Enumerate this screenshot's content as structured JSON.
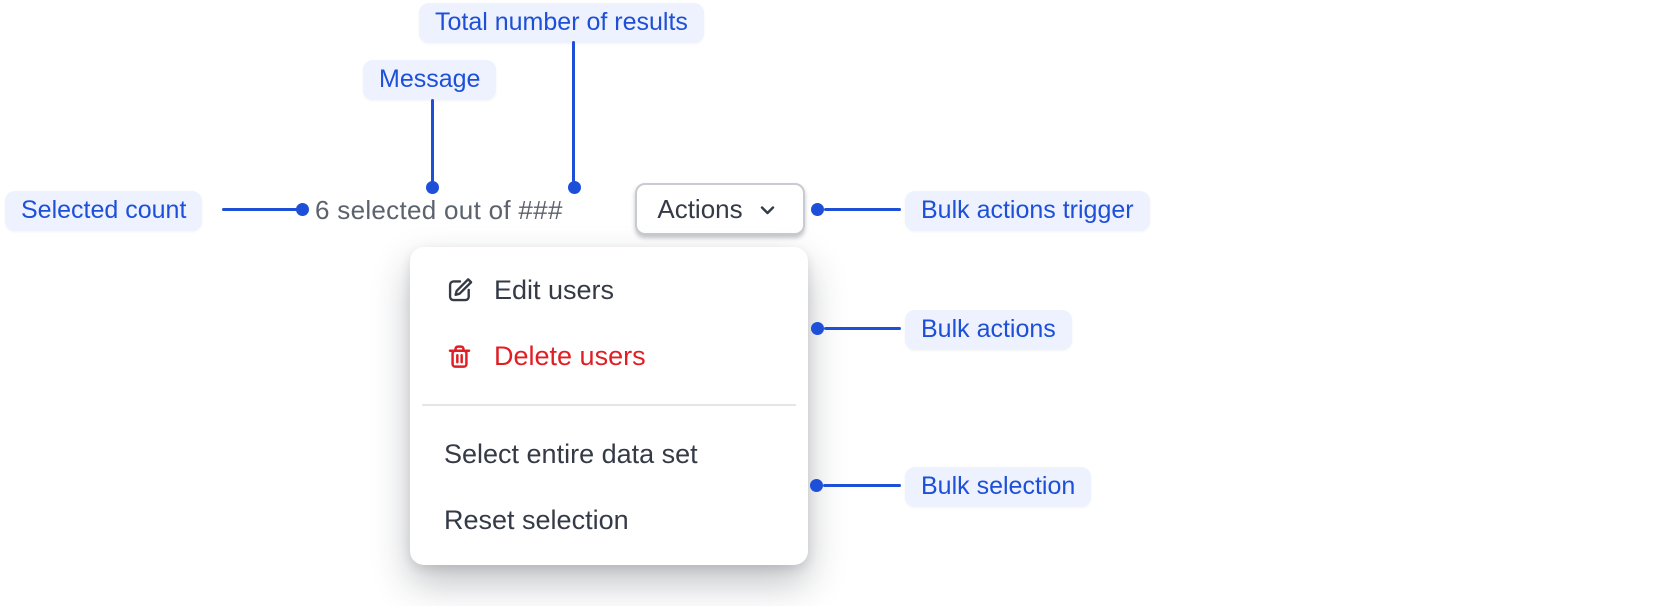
{
  "colors": {
    "accent_blue": "#1d4fd8",
    "callout_bg": "#edf2fe",
    "message_gray": "#5c626e",
    "menu_text": "#343a46",
    "danger_red": "#e01e24",
    "button_border": "#c8cbd1",
    "divider": "#e5e6e9"
  },
  "callouts": {
    "total_results": {
      "label": "Total number of results"
    },
    "message": {
      "label": "Message"
    },
    "selected_count": {
      "label": "Selected count"
    },
    "bulk_actions_trigger": {
      "label": "Bulk actions trigger"
    },
    "bulk_actions": {
      "label": "Bulk actions"
    },
    "bulk_selection": {
      "label": "Bulk selection"
    }
  },
  "bulk_bar": {
    "message": "6 selected out of ###",
    "selected_count_value": "6",
    "total_placeholder": "###",
    "actions_button": {
      "label": "Actions",
      "icon": "chevron-down-icon"
    }
  },
  "actions_menu": {
    "items": [
      {
        "label": "Edit users",
        "icon": "edit-icon",
        "danger": false
      },
      {
        "label": "Delete users",
        "icon": "trash-icon",
        "danger": true
      },
      {
        "label": "Select entire data set"
      },
      {
        "label": "Reset selection"
      }
    ]
  }
}
